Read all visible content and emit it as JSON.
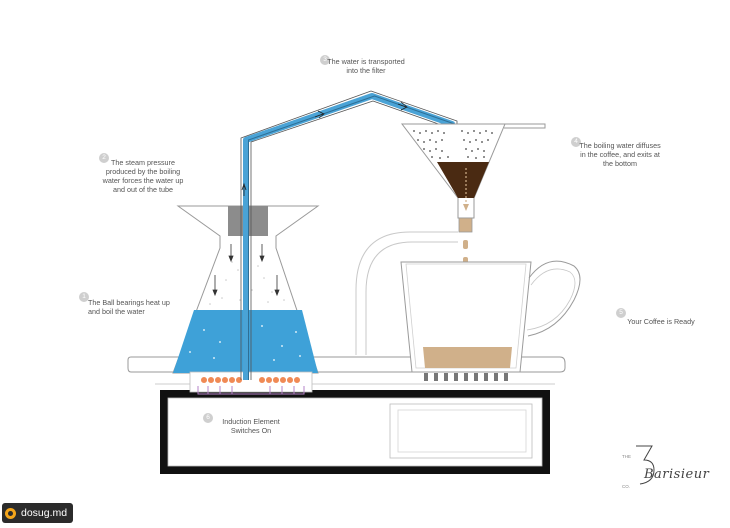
{
  "steps": [
    {
      "num": "1",
      "text": "The Ball bearings heat up and boil the water"
    },
    {
      "num": "2",
      "text": "The steam pressure produced by the boiling water forces the water up and out of the tube"
    },
    {
      "num": "3",
      "text": "The water is transported into the filter"
    },
    {
      "num": "4",
      "text": "The boiling water diffuses in the coffee, and exits at the bottom"
    },
    {
      "num": "5",
      "text": "Your Coffee is Ready"
    },
    {
      "num": "6",
      "text": "Induction Element Switches On"
    }
  ],
  "brand": {
    "name": "Barisieur",
    "small_left": "THE",
    "small_right": "CO."
  },
  "watermark": {
    "text": "dosug.md"
  },
  "colors": {
    "water": "#3ea1d8",
    "tube": "#4aa3d6",
    "coffee_dark": "#4a2a12",
    "coffee_light": "#d0b08a",
    "heat": "#f08a55",
    "base": "#111111"
  }
}
